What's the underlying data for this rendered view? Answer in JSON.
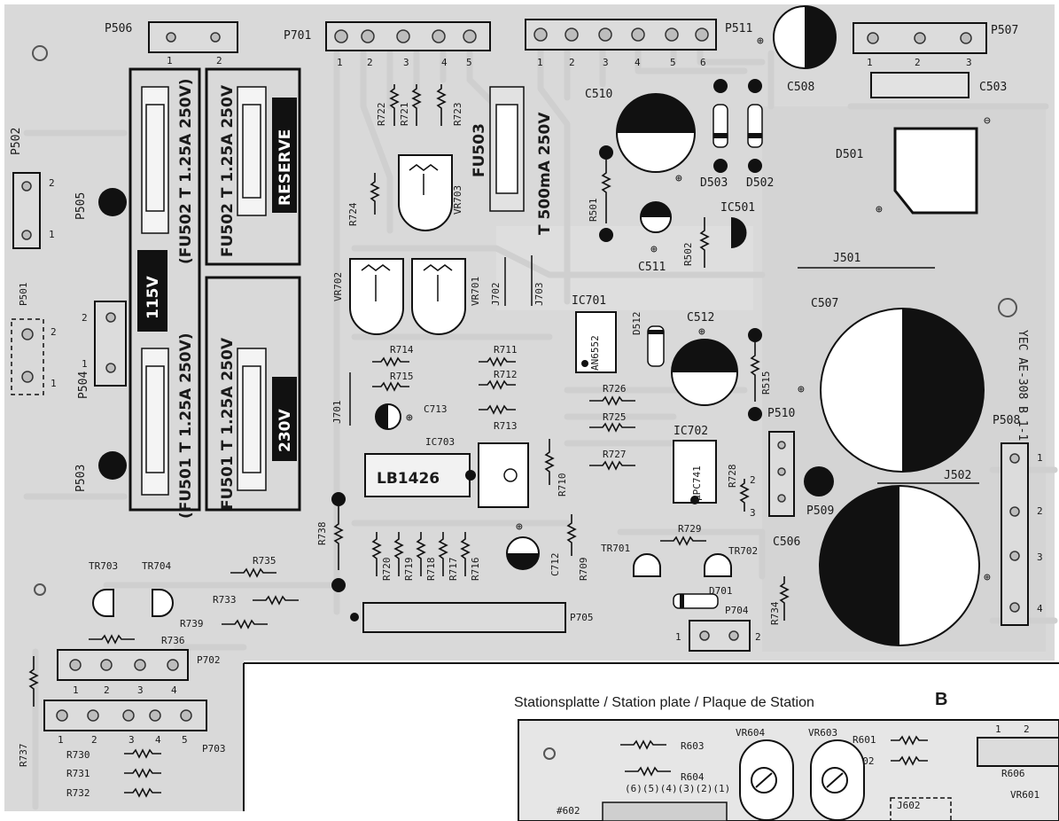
{
  "connectors": {
    "p506": "P506",
    "p701": "P701",
    "p511": "P511",
    "p507": "P507",
    "p502": "P502",
    "p505": "P505",
    "p504": "P504",
    "p503": "P503",
    "p510": "P510",
    "p508": "P508",
    "p509": "P509",
    "p705": "P705",
    "p704": "P704",
    "p702": "P702",
    "p703": "P703",
    "p501": "P501"
  },
  "pin_numbers": {
    "n1": "1",
    "n2": "2",
    "n3": "3",
    "n4": "4",
    "n5": "5",
    "n6": "6"
  },
  "fuses": {
    "fu502_label": "(FU502 T 1.25A 250V)",
    "fu502_res_label": "FU502 T 1.25A 250V",
    "reserve": "RESERVE",
    "fu501_label": "(FU501 T 1.25A 250V)",
    "fu501_res_label": "FU501 T 1.25A 250V",
    "v115": "115V",
    "v230": "230V",
    "fu503_label": "FU503",
    "fu503_rating": "T 500mA 250V"
  },
  "resistors": {
    "r722": "R722",
    "r721": "R721",
    "r723": "R723",
    "r724": "R724",
    "r501": "R501",
    "r502": "R502",
    "r714": "R714",
    "r715": "R715",
    "r711": "R711",
    "r712": "R712",
    "r713": "R713",
    "r726": "R726",
    "r725": "R725",
    "r727": "R727",
    "r728": "R728",
    "r710": "R710",
    "r709": "R709",
    "r729": "R729",
    "r738": "R738",
    "r735": "R735",
    "r733": "R733",
    "r739": "R739",
    "r736": "R736",
    "r720": "R720",
    "r719": "R719",
    "r718": "R718",
    "r717": "R717",
    "r716": "R716",
    "r734": "R734",
    "r737": "R737",
    "r730": "R730",
    "r731": "R731",
    "r732": "R732",
    "r515": "R515"
  },
  "capacitors": {
    "c510": "C510",
    "c508": "C508",
    "c503": "C503",
    "c511": "C511",
    "c512": "C512",
    "c507": "C507",
    "c713": "C713",
    "c712": "C712",
    "c506": "C506"
  },
  "semis": {
    "d501": "D501",
    "d502": "D502",
    "d503": "D503",
    "d512": "D512",
    "d701": "D701",
    "ic501": "IC501",
    "ic701": "IC701",
    "ic701_part": "AN6552",
    "ic702": "IC702",
    "ic702_part": "μPC741",
    "ic703": "IC703",
    "ic703_part": "LB1426",
    "tr701": "TR701",
    "tr702": "TR702",
    "tr703": "TR703",
    "tr704": "TR704"
  },
  "pots": {
    "vr701": "VR701",
    "vr702": "VR702",
    "vr703": "VR703"
  },
  "jumpers": {
    "j501": "J501",
    "j502": "J502",
    "j701": "J701",
    "j702": "J702",
    "j703": "J703"
  },
  "side_text": "YEC AE-308 B 1-1",
  "caption": {
    "text": "Stationsplatte / Station plate / Plaque de Station",
    "letter": "B"
  },
  "station_plate": {
    "r603": "R603",
    "vr604": "VR604",
    "vr603": "VR603",
    "r601": "R601",
    "r602": "R602",
    "r604": "R604",
    "r606": "R606",
    "vr601": "VR601",
    "j602": "J602",
    "h602": "#602",
    "pins": "(6)(5)(4)(3)(2)(1)"
  }
}
